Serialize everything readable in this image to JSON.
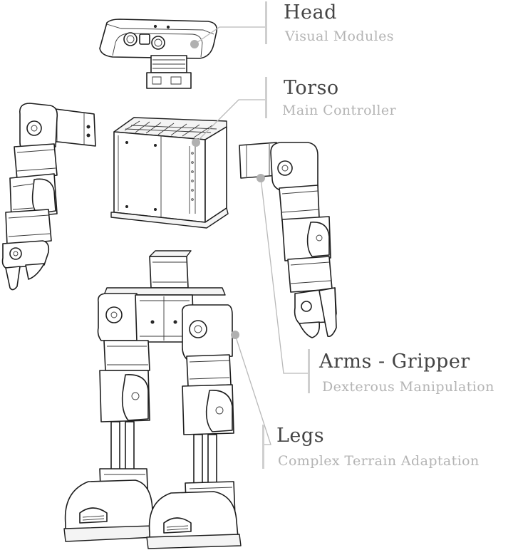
{
  "labels": {
    "head": {
      "title": "Head",
      "subtitle": "Visual Modules"
    },
    "torso": {
      "title": "Torso",
      "subtitle": "Main Controller"
    },
    "arms": {
      "title": "Arms  -  Gripper",
      "subtitle": "Dexterous Manipulation"
    },
    "legs": {
      "title": "Legs",
      "subtitle": "Complex Terrain Adaptation"
    }
  }
}
